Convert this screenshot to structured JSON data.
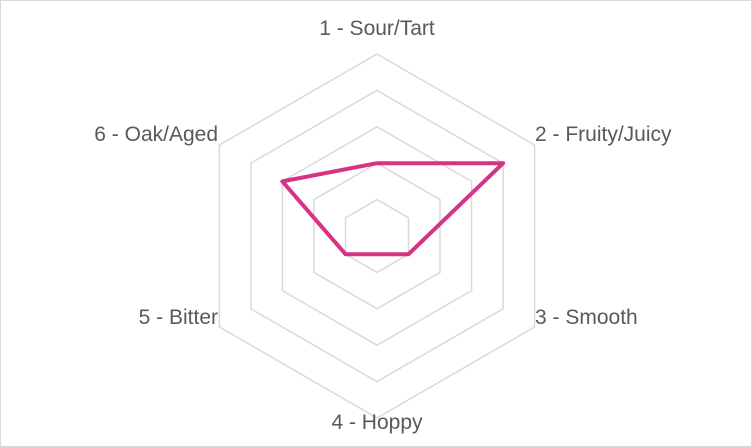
{
  "chart_data": {
    "type": "radar",
    "categories": [
      "1 - Sour/Tart",
      "2 - Fruity/Juicy",
      "3 - Smooth",
      "4 - Hoppy",
      "5 - Bitter",
      "6 - Oak/Aged"
    ],
    "series": [
      {
        "values": [
          2,
          4,
          1,
          0.5,
          1,
          3
        ]
      }
    ],
    "rlim": [
      0,
      5
    ],
    "gridlines": [
      1,
      2,
      3,
      4,
      5
    ],
    "grid": true,
    "colors": {
      "series": "#d63384",
      "grid": "#d9d9d9",
      "label": "#595959"
    }
  }
}
